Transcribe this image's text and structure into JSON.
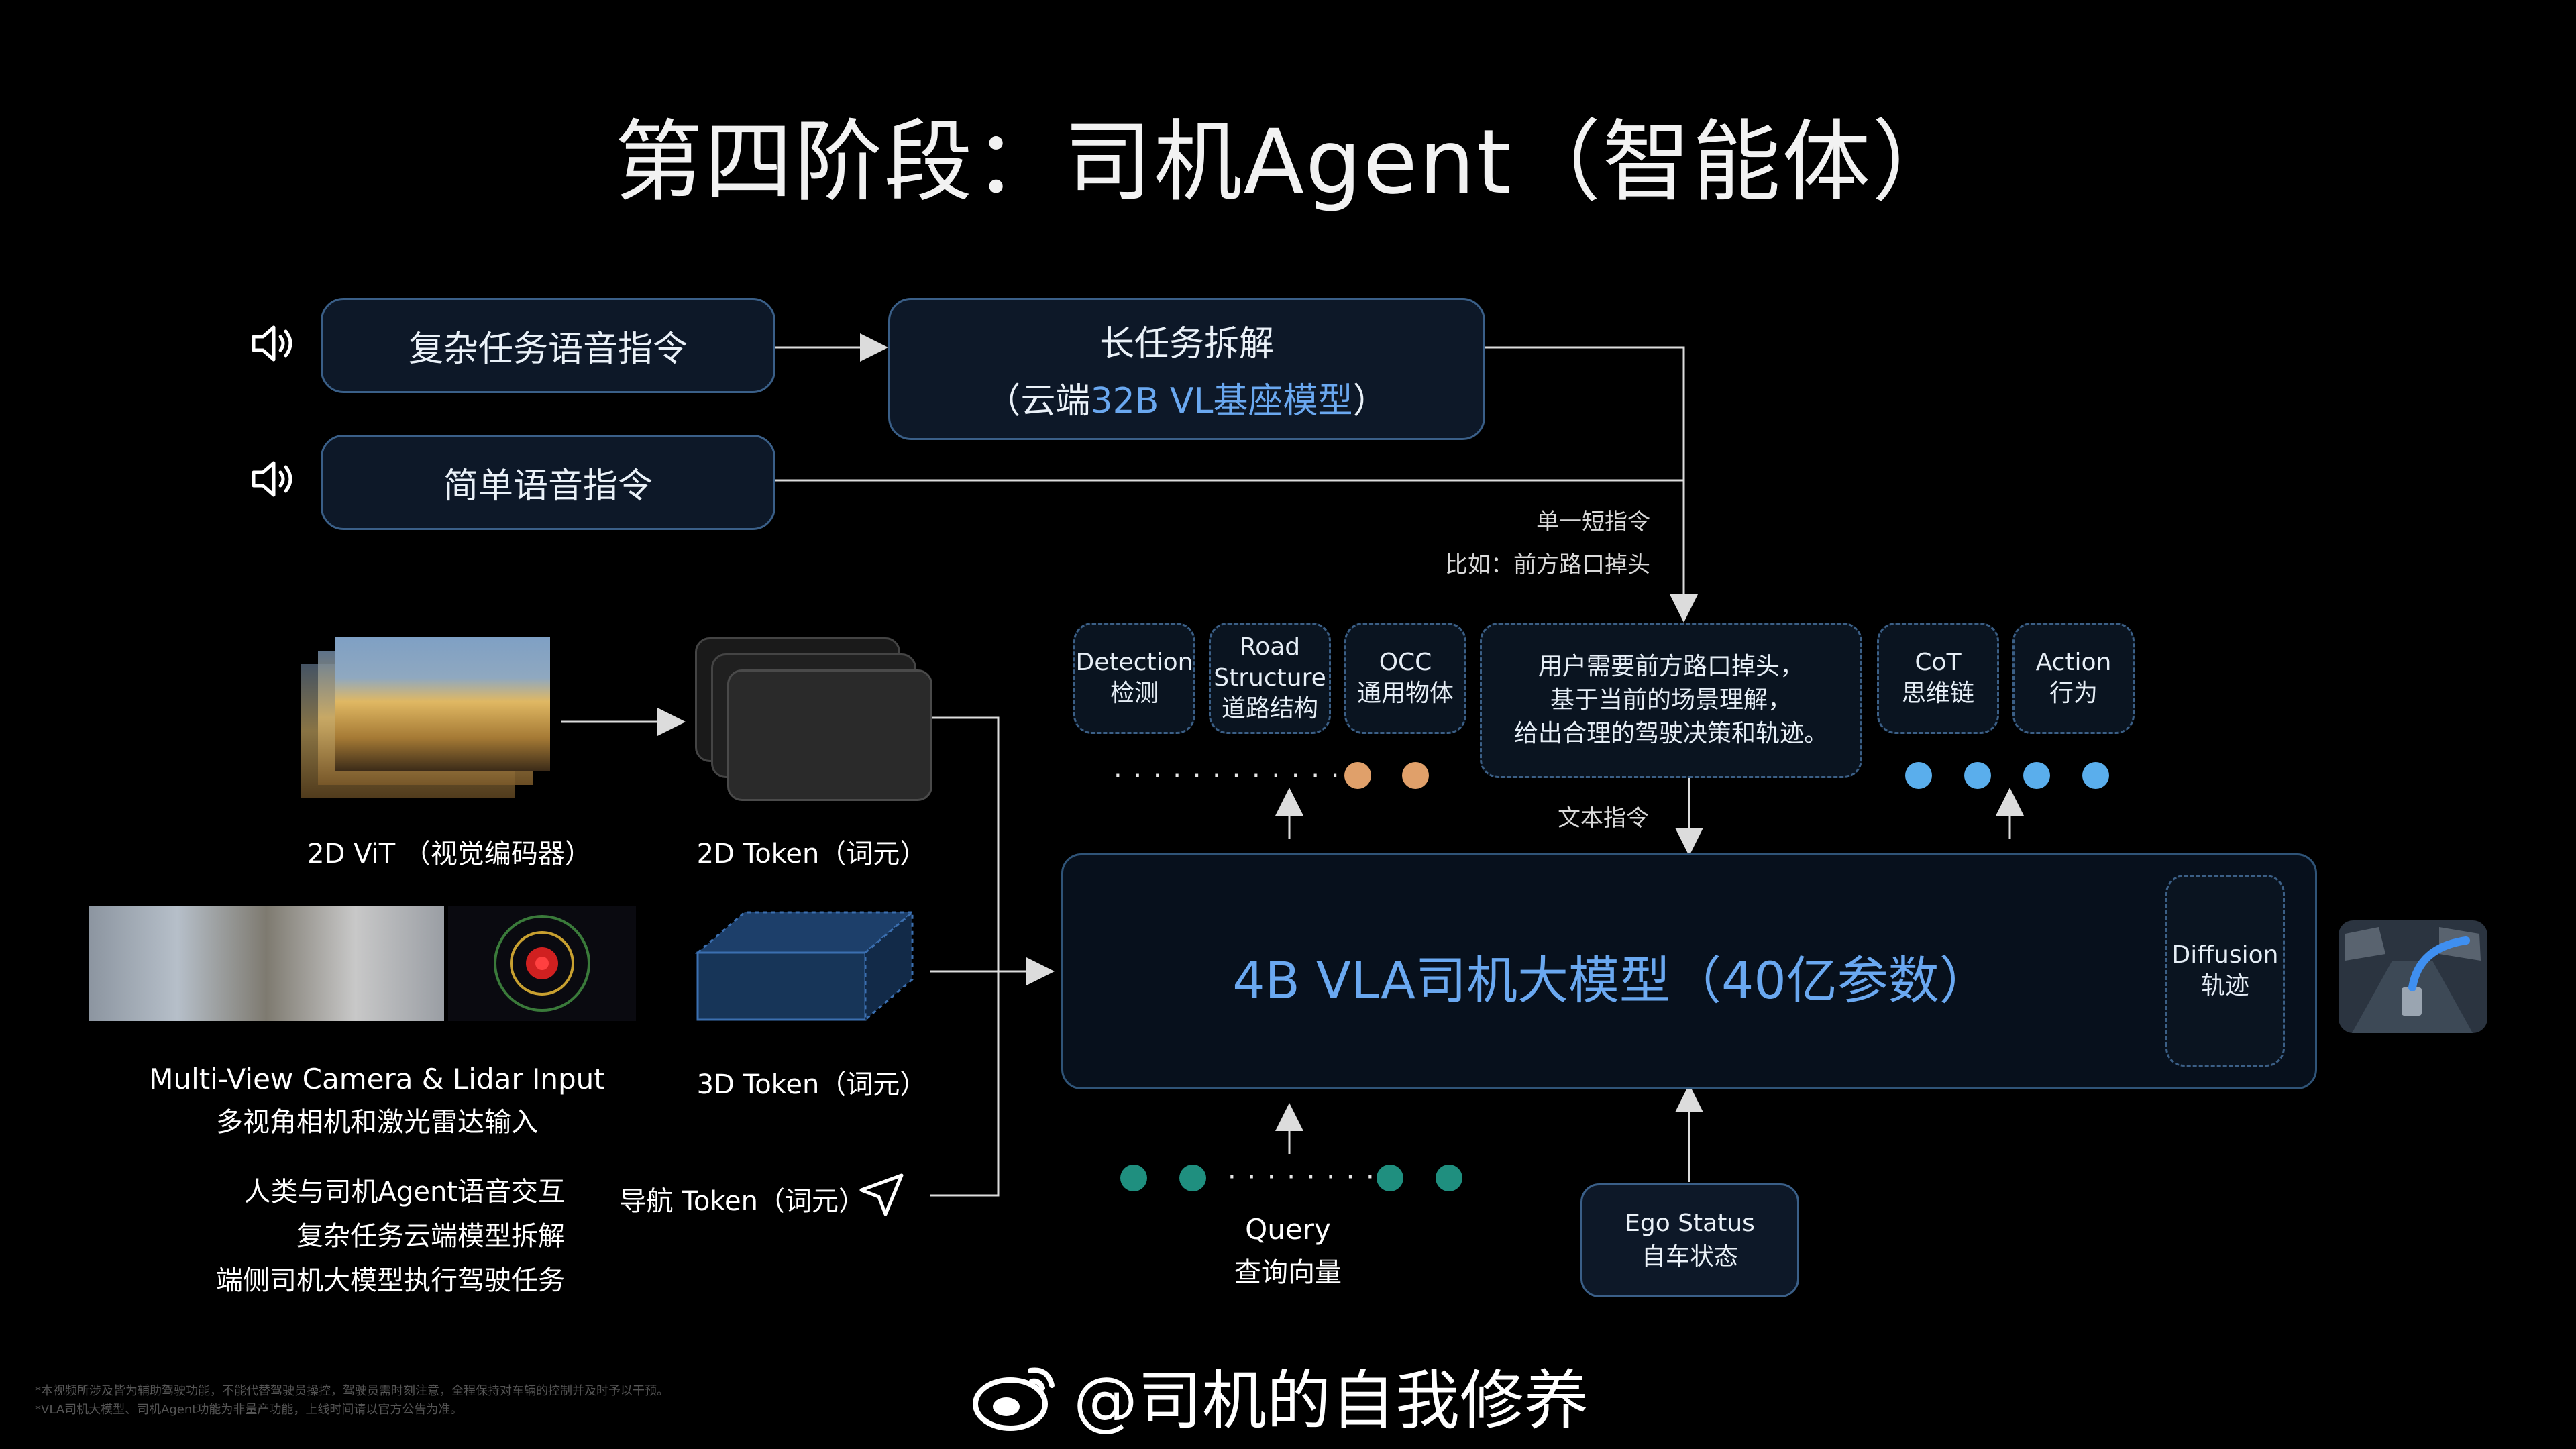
{
  "title": "第四阶段：司机Agent（智能体）",
  "voice_inputs": {
    "complex": "复杂任务语音指令",
    "simple": "简单语音指令"
  },
  "cloud_decompose": {
    "line1": "长任务拆解",
    "line2_prefix": "（云端",
    "line2_highlight": "32B VL基座模型",
    "line2_suffix": "）"
  },
  "short_instruction": {
    "line1": "单一短指令",
    "line2": "比如：前方路口掉头"
  },
  "outputs": [
    {
      "en": "Detection",
      "zh": "检测"
    },
    {
      "en": "Road",
      "en2": "Structure",
      "zh": "道路结构"
    },
    {
      "en": "OCC",
      "zh": "通用物体"
    }
  ],
  "text_prompt": {
    "line1": "用户需要前方路口掉头，",
    "line2": "基于当前的场景理解，",
    "line3": "给出合理的驾驶决策和轨迹。"
  },
  "cot": {
    "en": "CoT",
    "zh": "思维链"
  },
  "action": {
    "en": "Action",
    "zh": "行为"
  },
  "text_instruction_label": "文本指令",
  "vla_model": "4B VLA司机大模型（40亿参数）",
  "diffusion": {
    "en": "Diffusion",
    "zh": "轨迹"
  },
  "vit_label": "2D ViT （视觉编码器）",
  "token2d_label": "2D Token（词元）",
  "token3d_label": "3D Token（词元）",
  "nav_token_label": "导航 Token（词元）",
  "input_label": {
    "en": "Multi-View Camera & Lidar Input",
    "zh": "多视角相机和激光雷达输入"
  },
  "summary": [
    "人类与司机Agent语音交互",
    "复杂任务云端模型拆解",
    "端侧司机大模型执行驾驶任务"
  ],
  "query": {
    "en": "Query",
    "zh": "查询向量"
  },
  "ego_status": {
    "en": "Ego Status",
    "zh": "自车状态"
  },
  "dots_ellipsis": "· · · · · · · · · · · ·",
  "dots_short": "· · · · · · · ·",
  "disclaimer": [
    "*本视频所涉及皆为辅助驾驶功能，不能代替驾驶员操控，驾驶员需时刻注意，全程保持对车辆的控制并及时予以干预。",
    "*VLA司机大模型、司机Agent功能为非量产功能，上线时间请以官方公告为准。"
  ],
  "watermark": "@司机的自我修养",
  "colors": {
    "accent_blue": "#6aa8f0",
    "orange_dot": "#e0a06a",
    "blue_dot": "#5aaeec",
    "teal_dot": "#1f8f7f",
    "border": "#3a5f88"
  }
}
